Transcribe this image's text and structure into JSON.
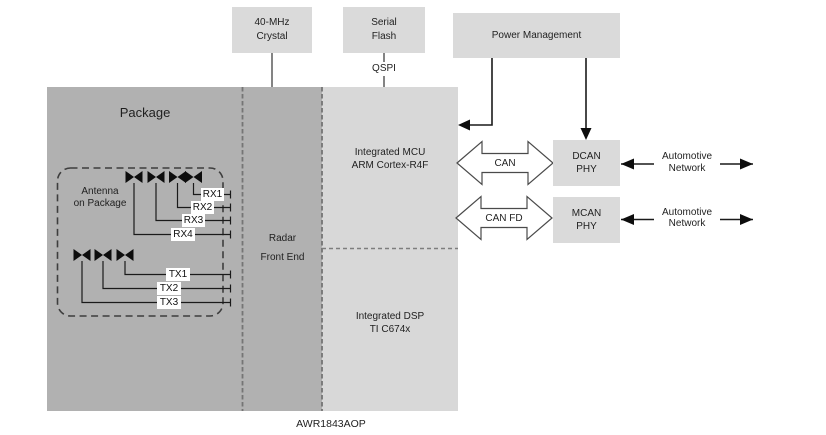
{
  "colors": {
    "region_dark": "#b1b1b1",
    "region_light": "#d8d8d8",
    "box_fill": "#dadada",
    "line": "#1a1a1a",
    "dashed_boundary": "#757575"
  },
  "external": {
    "crystal": {
      "line1": "40-MHz",
      "line2": "Crystal"
    },
    "serial_flash": {
      "line1": "Serial",
      "line2": "Flash"
    },
    "qspi": "QSPI",
    "power_management": "Power Management",
    "dcan_phy": {
      "line1": "DCAN",
      "line2": "PHY"
    },
    "mcan_phy": {
      "line1": "MCAN",
      "line2": "PHY"
    },
    "network_top": {
      "line1": "Automotive",
      "line2": "Network"
    },
    "network_bottom": {
      "line1": "Automotive",
      "line2": "Network"
    }
  },
  "buses": {
    "can": "CAN",
    "can_fd": "CAN FD"
  },
  "chip": {
    "package_label": "Package",
    "caption": "AWR1843AOP",
    "antenna": {
      "label": {
        "line1": "Antenna",
        "line2": "on Package"
      },
      "rx_ports": [
        "RX1",
        "RX2",
        "RX3",
        "RX4"
      ],
      "tx_ports": [
        "TX1",
        "TX2",
        "TX3"
      ]
    },
    "radar_front_end": {
      "line1": "Radar",
      "line2": "Front End"
    },
    "mcu": {
      "line1": "Integrated MCU",
      "line2": "ARM Cortex-R4F"
    },
    "dsp": {
      "line1": "Integrated DSP",
      "line2": "TI C674x"
    }
  }
}
